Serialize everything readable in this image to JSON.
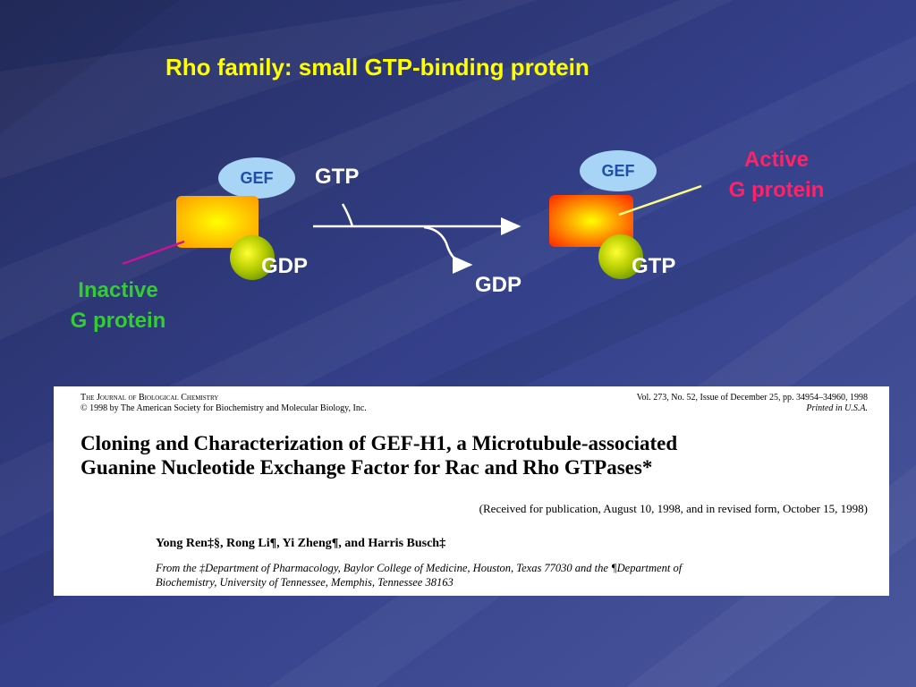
{
  "slide": {
    "title": "Rho family: small GTP-binding protein"
  },
  "diagram": {
    "inactive": {
      "gef_label": "GEF",
      "nucleotide_label": "GDP",
      "name_line1": "Inactive",
      "name_line2": "G protein"
    },
    "active": {
      "gef_label": "GEF",
      "nucleotide_label": "GTP",
      "name_line1": "Active",
      "name_line2": "G protein"
    },
    "reaction": {
      "input_label": "GTP",
      "output_label": "GDP"
    },
    "colors": {
      "title": "#ffff00",
      "inactive_label": "#33cc33",
      "active_label": "#ff2266",
      "gef_fill": "#a8d4f5",
      "gef_text": "#1f4fa8"
    }
  },
  "paper": {
    "journal": "The Journal of Biological Chemistry",
    "copyright": "© 1998 by The American Society for Biochemistry and Molecular Biology, Inc.",
    "volume": "Vol. 273, No. 52, Issue of December 25, pp. 34954–34960, 1998",
    "printed": "Printed in U.S.A.",
    "title_line1": "Cloning and Characterization of GEF-H1, a Microtubule-associated",
    "title_line2": "Guanine Nucleotide Exchange Factor for Rac and Rho GTPases*",
    "received": "(Received for publication, August 10, 1998, and in revised form, October 15, 1998)",
    "authors": "Yong Ren‡§, Rong Li¶, Yi Zheng¶, and Harris Busch‡",
    "affiliation_line1": "From the ‡Department of Pharmacology, Baylor College of Medicine, Houston, Texas 77030 and the ¶Department of",
    "affiliation_line2": "Biochemistry, University of Tennessee, Memphis, Tennessee 38163"
  }
}
